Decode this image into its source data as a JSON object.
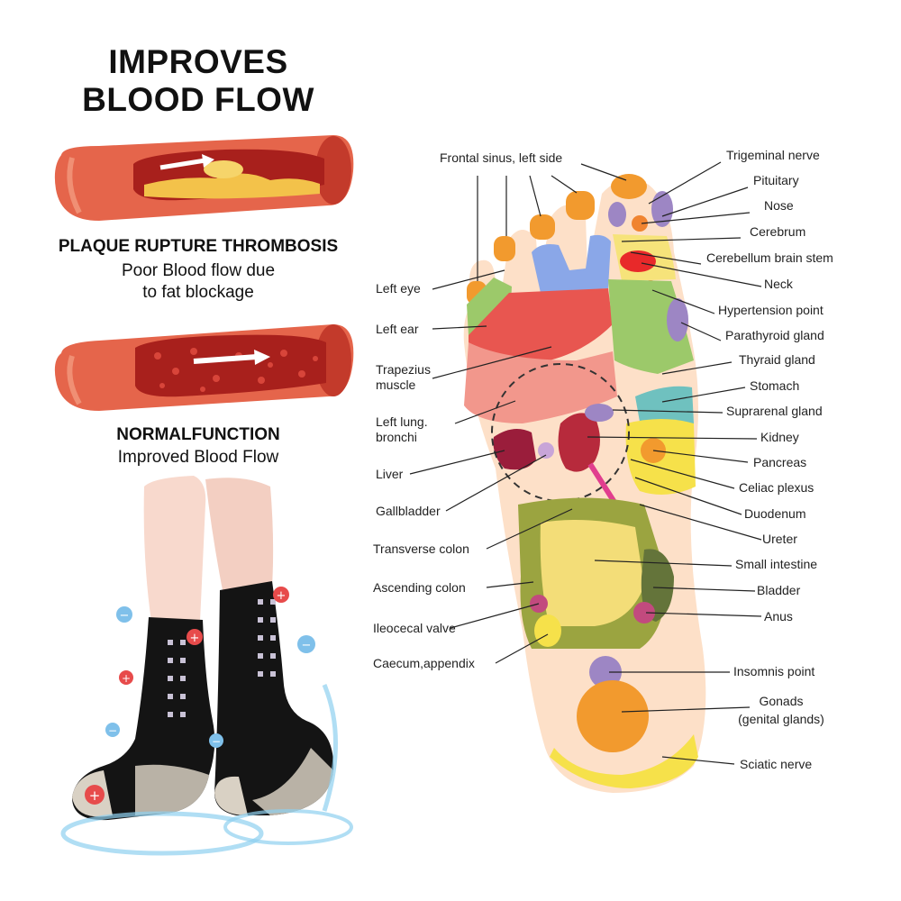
{
  "headline": {
    "line1": "IMPROVES",
    "line2": "BLOOD FLOW"
  },
  "blocked": {
    "title": "PLAQUE RUPTURE THROMBOSIS",
    "line1": "Poor Blood flow due",
    "line2": "to fat blockage"
  },
  "normal": {
    "title": "NORMALFUNCTION",
    "line1": "Improved Blood Flow"
  },
  "colors": {
    "artery_outer": "#e5654b",
    "artery_inner": "#a8201c",
    "plaque": "#f3c24a",
    "sock": "#141414",
    "grip": "#b9b2a6"
  },
  "foot_labels_left": [
    "Left eye",
    "Left ear",
    "Trapezius",
    "muscle",
    "Left lung.",
    "bronchi",
    "Liver",
    "Gallbladder",
    "Transverse colon",
    "Ascending colon",
    "Ileocecal valve",
    "Caecum,appendix"
  ],
  "foot_labels_top": "Frontal sinus, left side",
  "foot_labels_right": [
    "Trigeminal nerve",
    "Pituitary",
    "Nose",
    "Cerebrum",
    "Cerebellum brain stem",
    "Neck",
    "Hypertension point",
    "Parathyroid gland",
    "Thyraid gland",
    "Stomach",
    "Suprarenal gland",
    "Kidney",
    "Pancreas",
    "Celiac plexus",
    "Duodenum",
    "Ureter",
    "Small intestine",
    "Bladder",
    "Anus",
    "Insomnis point",
    "Gonads",
    "(genital glands)",
    "Sciatic nerve"
  ]
}
